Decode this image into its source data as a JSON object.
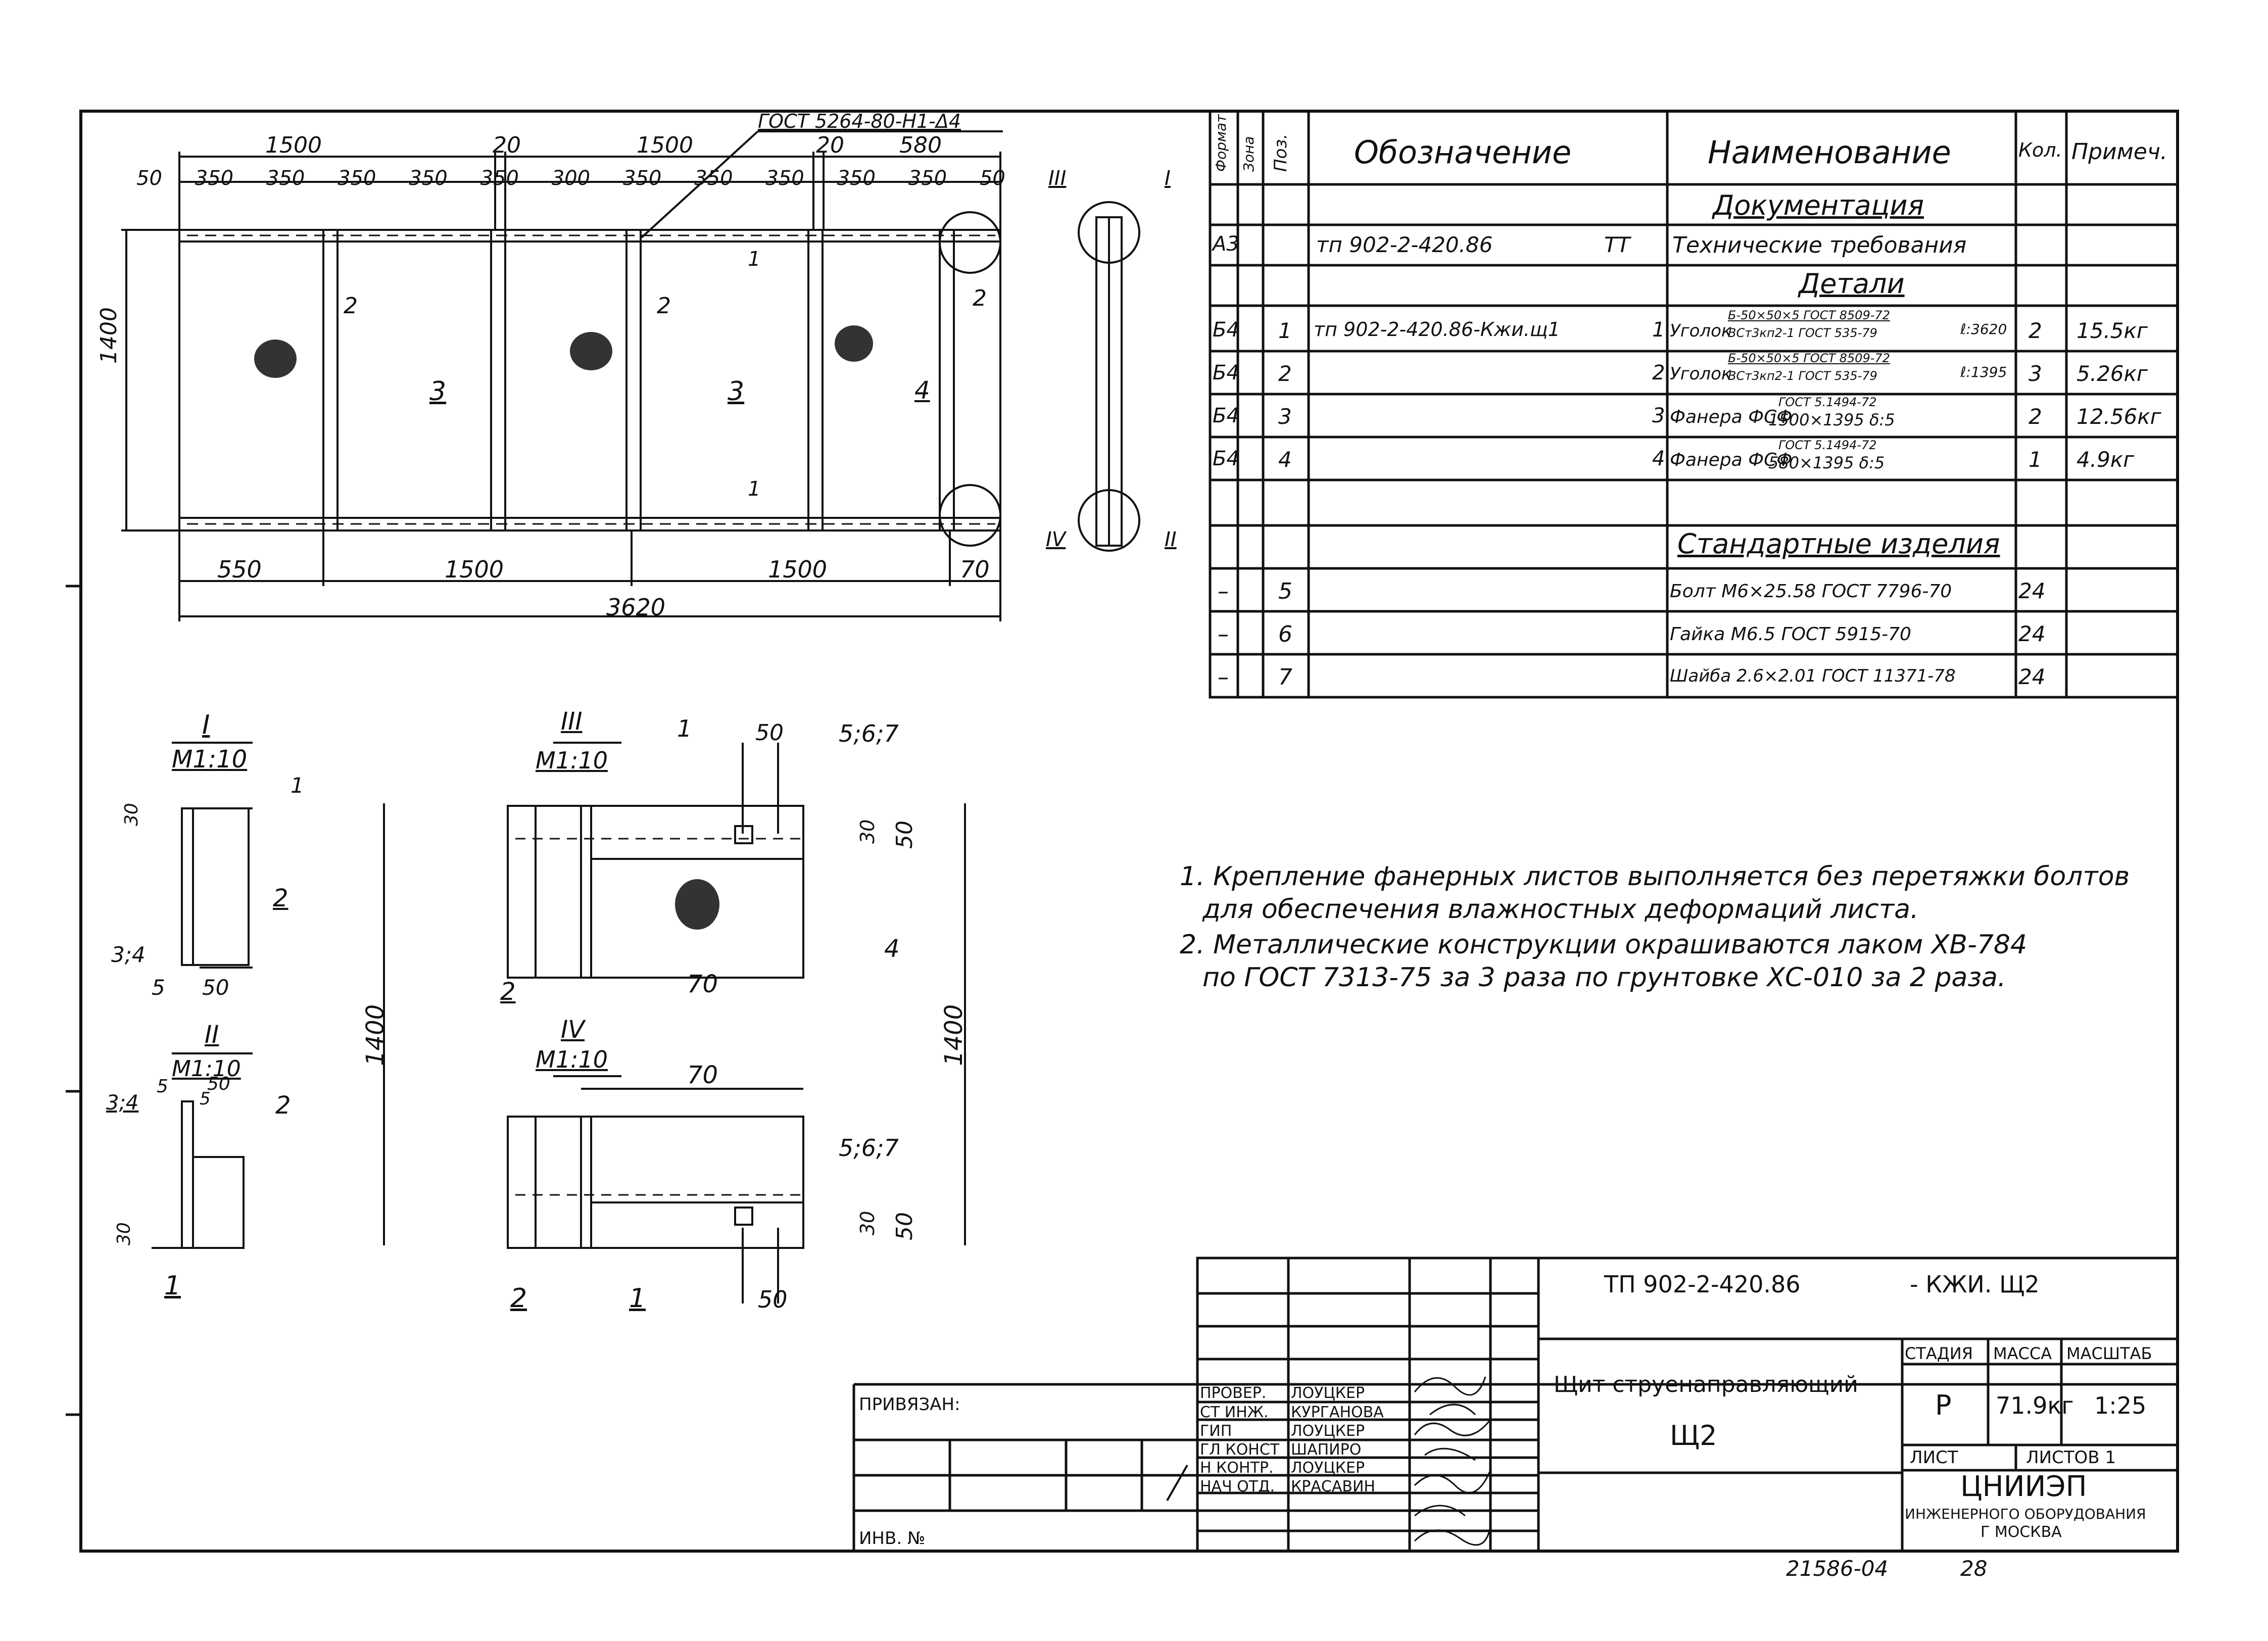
{
  "spec_table": {
    "headers": {
      "format": "Формат",
      "zone": "Зона",
      "pos": "Поз.",
      "designation": "Обозначение",
      "name": "Наименование",
      "qty": "Кол.",
      "note": "Примеч."
    },
    "sections": {
      "docs": "Документация",
      "details": "Детали",
      "standard": "Стандартные изделия"
    },
    "rows": [
      {
        "format": "А3",
        "pos": "",
        "designation": "тп 902-2-420.86",
        "des_suffix": "ТТ",
        "name": "Технические требования",
        "qty": "",
        "note": ""
      },
      {
        "format": "Б4",
        "pos": "1",
        "designation": "тп 902-2-420.86-Кжи.щ1",
        "des_suffix": "1",
        "name": "Уголок",
        "name_top": "Б-50×50×5 ГОСТ 8509-72",
        "name_bot": "ВСт3кп2-1 ГОСТ 535-79",
        "name_len": "ℓ:3620",
        "qty": "2",
        "note": "15.5кг"
      },
      {
        "format": "Б4",
        "pos": "2",
        "designation": "",
        "des_suffix": "2",
        "name": "Уголок",
        "name_top": "Б-50×50×5 ГОСТ 8509-72",
        "name_bot": "ВСт3кп2-1 ГОСТ 535-79",
        "name_len": "ℓ:1395",
        "qty": "3",
        "note": "5.26кг"
      },
      {
        "format": "Б4",
        "pos": "3",
        "designation": "",
        "des_suffix": "3",
        "name": "Фанера ФСФ",
        "name_top": "ГОСТ 5.1494-72",
        "name_bot": "1500×1395 δ:5",
        "qty": "2",
        "note": "12.56кг"
      },
      {
        "format": "Б4",
        "pos": "4",
        "designation": "",
        "des_suffix": "4",
        "name": "Фанера ФСФ",
        "name_top": "ГОСТ 5.1494-72",
        "name_bot": "580×1395 δ:5",
        "qty": "1",
        "note": "4.9кг"
      },
      {
        "format": "–",
        "pos": "5",
        "designation": "",
        "name": "Болт М6×25.58 ГОСТ 7796-70",
        "qty": "24",
        "note": ""
      },
      {
        "format": "–",
        "pos": "6",
        "designation": "",
        "name": "Гайка М6.5 ГОСТ 5915-70",
        "qty": "24",
        "note": ""
      },
      {
        "format": "–",
        "pos": "7",
        "designation": "",
        "name": "Шайба 2.6×2.01 ГОСТ 11371-78",
        "qty": "24",
        "note": ""
      }
    ]
  },
  "notes": [
    "1. Крепление фанерных листов выполняется без перетяжки болтов",
    "для обеспечения влажностных деформаций листа.",
    "2. Металлические конструкции окрашиваются лаком ХВ-784",
    "по ГОСТ 7313-75 за 3 раза по грунтовке ХС-010 за 2 раза."
  ],
  "main_view": {
    "top_dims": [
      "1500",
      "20",
      "1500",
      "20",
      "580"
    ],
    "sub_dims": [
      "50",
      "350",
      "350",
      "350",
      "350",
      "350",
      "300",
      "350",
      "350",
      "350",
      "350",
      "350",
      "50"
    ],
    "gost_label": "ГОСТ 5264-80-Н1-Δ4",
    "height": "1400",
    "bottom_dims": [
      "550",
      "1500",
      "1500",
      "70"
    ],
    "total": "3620",
    "callouts": [
      "1",
      "2",
      "2",
      "2",
      "3",
      "3",
      "4",
      "1"
    ],
    "section_marks": [
      "III",
      "IV",
      "I",
      "II"
    ]
  },
  "detail_views": {
    "I": {
      "title": "I",
      "scale": "М1:10",
      "labels": [
        "1",
        "2",
        "3;4",
        "5",
        "50",
        "30"
      ]
    },
    "II": {
      "title": "II",
      "scale": "М1:10",
      "labels": [
        "3;4",
        "5",
        "50",
        "5",
        "2",
        "30",
        "1"
      ]
    },
    "III": {
      "title": "III",
      "scale": "М1:10",
      "labels": [
        "1",
        "50",
        "5;6;7",
        "30",
        "50",
        "4",
        "2",
        "70"
      ]
    },
    "IV": {
      "title": "IV",
      "scale": "М1:10",
      "labels": [
        "70",
        "5;6;7",
        "30",
        "50",
        "2",
        "1",
        "50"
      ]
    },
    "height_dim": "1400",
    "height_dim2": "1400"
  },
  "title_block": {
    "code": "ТП 902-2-420.86",
    "code_suffix": "- КЖИ. Щ2",
    "title": "Щит струенаправляющий",
    "mark": "Щ2",
    "stage_h": "СТАДИЯ",
    "mass_h": "МАССА",
    "scale_h": "МАСШТАБ",
    "stage": "Р",
    "mass": "71.9кг",
    "scale": "1:25",
    "sheet_h": "ЛИСТ",
    "sheets_h": "ЛИСТОВ 1",
    "org1": "ЦНИИЭП",
    "org2": "ИНЖЕНЕРНОГО ОБОРУДОВАНИЯ",
    "org3": "Г МОСКВА",
    "bound": "ПРИВЯЗАН:",
    "inv": "ИНВ. №",
    "roles": [
      {
        "role": "ПРОВЕР.",
        "name": "ЛОУЦКЕР"
      },
      {
        "role": "СТ ИНЖ.",
        "name": "КУРГАНОВА"
      },
      {
        "role": "ГИП",
        "name": "ЛОУЦКЕР"
      },
      {
        "role": "ГЛ КОНСТ",
        "name": "ШАПИРО"
      },
      {
        "role": "Н КОНТР.",
        "name": "ЛОУЦКЕР"
      },
      {
        "role": "НАЧ ОТД.",
        "name": "КРАСАВИН"
      }
    ]
  },
  "footer": {
    "archive": "21586-04",
    "page": "28"
  }
}
